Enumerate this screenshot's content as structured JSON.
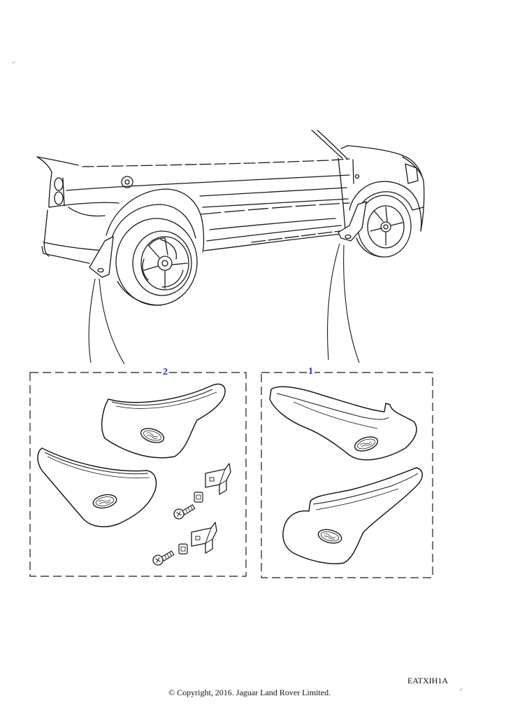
{
  "callouts": {
    "front_kit": "1",
    "rear_kit": "2"
  },
  "illustration_ref": "EATXIH1A",
  "copyright": "© Copyright, 2016. Jaguar Land Rover Limited.",
  "icons": [
    "vehicle-rear-quarter-illustration",
    "mudflap-icon",
    "land-rover-oval-badge-icon",
    "mounting-bracket-icon",
    "screw-icon"
  ],
  "colors": {
    "line": "#1a1a1a",
    "callout": "#1f2fbf",
    "background": "#ffffff"
  }
}
